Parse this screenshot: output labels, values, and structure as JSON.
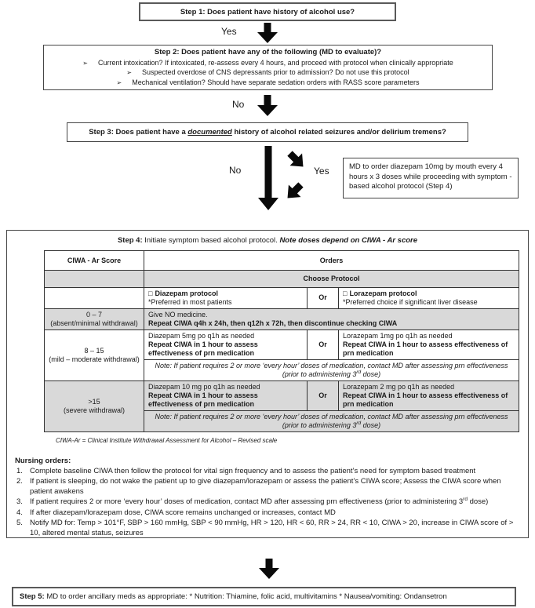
{
  "colors": {
    "shade": "#d9d9d9",
    "border": "#454545",
    "arrow": "#0a0a0a"
  },
  "step1": {
    "text": "Step 1: Does patient have history of alcohol use?"
  },
  "labels": {
    "yes1": "Yes",
    "no1": "No",
    "no2": "No",
    "yes2": "Yes"
  },
  "step2": {
    "title": "Step 2: Does patient have any of the following (MD to evaluate)?",
    "bullet_glyph": "➢",
    "bullets": [
      "Current intoxication?  If intoxicated, re-assess every 4 hours, and proceed with protocol when clinically appropriate",
      "Suspected overdose of CNS depressants prior to admission? Do not use this protocol",
      "Mechanical ventilation? Should have separate sedation orders with RASS score parameters"
    ]
  },
  "step3": {
    "prefix": "Step 3: Does patient have a ",
    "emphasis": "documented",
    "suffix": " history of alcohol related seizures and/or delirium tremens?"
  },
  "side_box": {
    "text": "MD to order diazepam 10mg by mouth every 4 hours x 3 doses while proceeding with symptom - based alcohol protocol (Step 4)"
  },
  "step4": {
    "title": {
      "bold": "Step 4:",
      "normal": " Initiate symptom based alcohol protocol.  ",
      "note": "Note doses depend on CIWA - Ar score"
    },
    "table": {
      "score_header": "CIWA - Ar Score",
      "orders_header": "Orders",
      "choose_protocol": "Choose Protocol",
      "or_label": "Or",
      "checkbox_glyph": "□",
      "diazepam_protocol": "Diazepam protocol",
      "diazepam_pref": "*Preferred in most patients",
      "lorazepam_protocol": "Lorazepam protocol",
      "lorazepam_pref": "*Preferred choice if significant liver disease",
      "row_0_7": {
        "score": "0 – 7",
        "score_sub": "(absent/minimal withdrawal)",
        "line1": "Give NO medicine.",
        "line2": "Repeat CIWA q4h x 24h, then q12h x 72h, then discontinue checking CIWA"
      },
      "row_8_15": {
        "score": "8 – 15",
        "score_sub": "(mild – moderate withdrawal)",
        "diazepam": "Diazepam 5mg po q1h as needed",
        "diazepam_bold": "Repeat CIWA in 1 hour to assess effectiveness of prn medication",
        "lorazepam": "Lorazepam 1mg po q1h as needed",
        "lorazepam_bold": "Repeat CIWA in 1 hour to assess effectiveness of prn medication",
        "note_pre": "Note: If patient requires 2 or more ‘every hour’ doses of medication, contact MD after assessing prn effectiveness (prior to administering 3",
        "note_sup": "rd",
        "note_post": " dose)"
      },
      "row_gt15": {
        "score": ">15",
        "score_sub": "(severe withdrawal)",
        "diazepam": "Diazepam 10 mg po q1h as needed",
        "diazepam_bold": "Repeat CIWA in 1 hour to assess effectiveness of prn medication",
        "lorazepam": "Lorazepam 2 mg po q1h as needed",
        "lorazepam_bold": "Repeat CIWA in 1 hour to assess effectiveness of prn medication",
        "note_pre": "Note: If patient requires 2 or more ‘every hour’ doses of medication, contact MD after assessing prn effectiveness (prior to administering 3",
        "note_sup": "rd",
        "note_post": " dose)"
      }
    },
    "footnote": "CIWA-Ar = Clinical Institute Withdrawal Assessment for Alcohol – Revised scale",
    "nursing": {
      "title": "Nursing orders:",
      "items": [
        {
          "num": "1.",
          "pre": "Complete baseline CIWA then follow the protocol for vital sign frequency and to assess the patient’s need for symptom based treatment",
          "sup": "",
          "post": ""
        },
        {
          "num": "2.",
          "pre": "If patient is sleeping, do not wake the patient up to give diazepam/lorazepam or assess the patient’s CIWA score; Assess the CIWA score when patient awakens",
          "sup": "",
          "post": ""
        },
        {
          "num": "3.",
          "pre": "If patient requires 2 or more ‘every hour’ doses of medication, contact MD after assessing prn effectiveness (prior to administering 3",
          "sup": "rd",
          "post": " dose)"
        },
        {
          "num": "4.",
          "pre": "If after diazepam/lorazepam dose, CIWA score remains unchanged or increases, contact MD",
          "sup": "",
          "post": ""
        },
        {
          "num": "5.",
          "pre": "Notify MD for:  Temp > 101°F, SBP > 160 mmHg, SBP < 90 mmHg, HR > 120, HR < 60, RR > 24, RR < 10, CIWA > 20, increase in CIWA score of > 10, altered mental status, seizures",
          "sup": "",
          "post": ""
        }
      ]
    }
  },
  "step5": {
    "bold": "Step 5:",
    "text": " MD to order ancillary meds as appropriate: * Nutrition: Thiamine, folic acid, multivitamins * Nausea/vomiting: Ondansetron"
  }
}
